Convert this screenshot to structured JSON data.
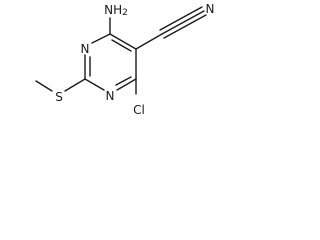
{
  "molecule": {
    "atoms": {
      "amino": "NH2",
      "ring_n_top": "N",
      "ring_n_bottom": "N",
      "sulfur": "S",
      "chloro": "Cl",
      "nitrile_n": "N"
    }
  }
}
